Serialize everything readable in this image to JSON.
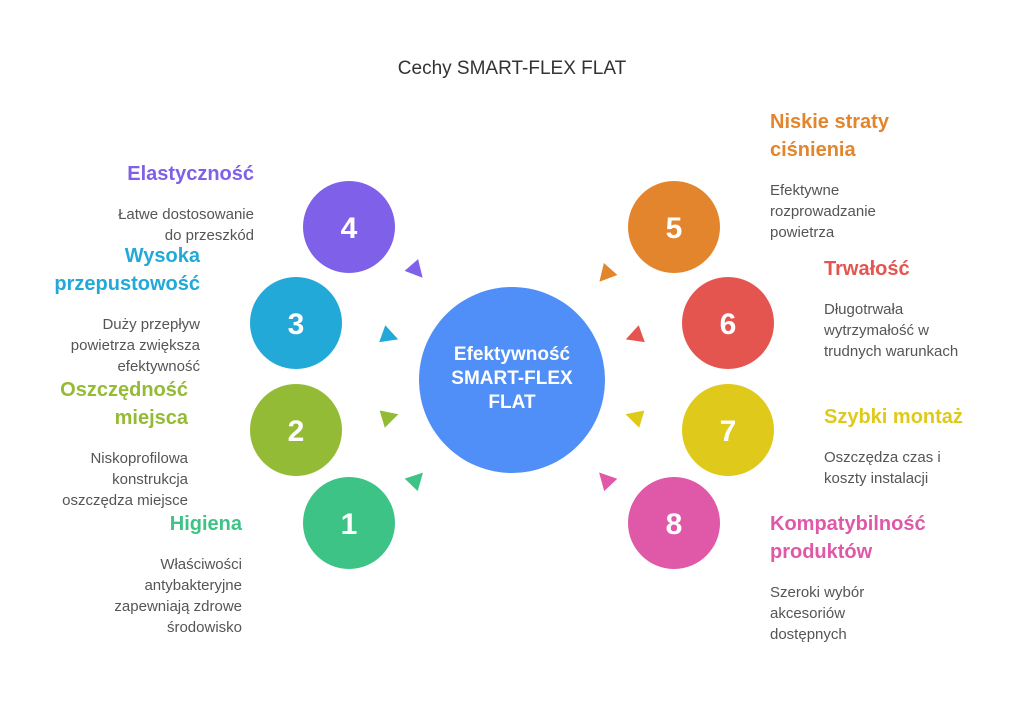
{
  "title": "Cechy SMART-FLEX FLAT",
  "center": {
    "lines": [
      "Efektywność",
      "SMART-FLEX",
      "FLAT"
    ],
    "color": "#4f8ff7"
  },
  "features": [
    {
      "num": "1",
      "color": "#3ec387",
      "title_lines": [
        "Higiena"
      ],
      "desc_lines": [
        "Właściwości",
        "antybakteryjne",
        "zapewniają zdrowe",
        "środowisko"
      ]
    },
    {
      "num": "2",
      "color": "#94bb35",
      "title_lines": [
        "Oszczędność",
        "miejsca"
      ],
      "desc_lines": [
        "Niskoprofilowa",
        "konstrukcja",
        "oszczędza miejsce"
      ]
    },
    {
      "num": "3",
      "color": "#22a9d8",
      "title_lines": [
        "Wysoka",
        "przepustowość"
      ],
      "desc_lines": [
        "Duży przepływ",
        "powietrza zwiększa",
        "efektywność"
      ]
    },
    {
      "num": "4",
      "color": "#7f60e8",
      "title_lines": [
        "Elastyczność"
      ],
      "desc_lines": [
        "Łatwe dostosowanie",
        "do przeszkód"
      ]
    },
    {
      "num": "5",
      "color": "#e3852c",
      "title_lines": [
        "Niskie straty",
        "ciśnienia"
      ],
      "desc_lines": [
        "Efektywne",
        "rozprowadzanie",
        "powietrza"
      ]
    },
    {
      "num": "6",
      "color": "#e5554f",
      "title_lines": [
        "Trwałość"
      ],
      "desc_lines": [
        "Długotrwała",
        "wytrzymałość w",
        "trudnych warunkach"
      ]
    },
    {
      "num": "7",
      "color": "#dfc91a",
      "title_lines": [
        "Szybki montaż"
      ],
      "desc_lines": [
        "Oszczędza czas i",
        "koszty instalacji"
      ]
    },
    {
      "num": "8",
      "color": "#e058a8",
      "title_lines": [
        "Kompatybilność",
        "produktów"
      ],
      "desc_lines": [
        "Szeroki wybór",
        "akcesoriów",
        "dostępnych"
      ]
    }
  ]
}
